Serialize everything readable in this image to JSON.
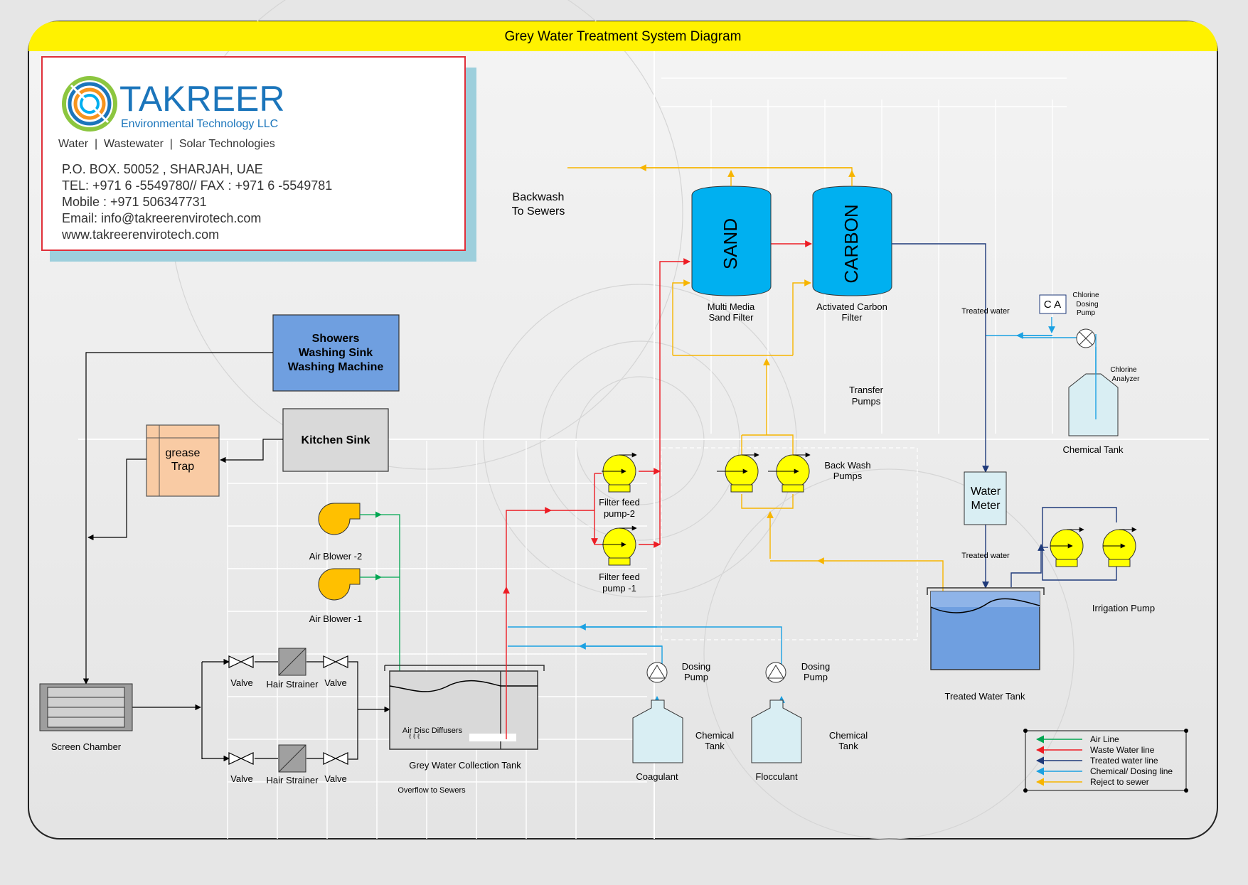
{
  "title": "Grey Water Treatment System Diagram",
  "company": {
    "name": "TAKREER",
    "subtitle": "Environmental Technology LLC",
    "tagline": "Water  |  Wastewater  |  Solar Technologies",
    "address": "P.O. BOX. 50052 , SHARJAH, UAE",
    "phone": "TEL: +971 6 -5549780// FAX : +971 6 -5549781",
    "mobile": "Mobile : +971 506347731",
    "email": "Email: info@takreerenvirotech.com",
    "website": "www.takreerenvirotech.com"
  },
  "sources": {
    "showers": [
      "Showers",
      "Washing Sink",
      "Washing Machine"
    ],
    "kitchen": "Kitchen Sink",
    "grease_trap": [
      "grease",
      "Trap"
    ]
  },
  "labels": {
    "screen_chamber": "Screen Chamber",
    "valve": "Valve",
    "hair_strainer": "Hair Strainer",
    "air_blower_2": "Air Blower -2",
    "air_blower_1": "Air Blower -1",
    "air_disc_diffusers": "Air Disc Diffusers",
    "collection_tank": "Grey Water Collection Tank",
    "overflow": "Overflow to Sewers",
    "filter_feed_pump_2": [
      "Filter feed",
      "pump-2"
    ],
    "filter_feed_pump_1": [
      "Filter feed",
      "pump -1"
    ],
    "backwash_to_sewers": [
      "Backwash",
      "To Sewers"
    ],
    "sand": "SAND",
    "carbon": "CARBON",
    "sand_filter": [
      "Multi Media",
      "Sand Filter"
    ],
    "carbon_filter": [
      "Activated Carbon",
      "Filter"
    ],
    "transfer_pumps": [
      "Transfer",
      "Pumps"
    ],
    "back_wash_pumps": [
      "Back Wash",
      "Pumps"
    ],
    "dosing_pump": [
      "Dosing",
      "Pump"
    ],
    "chemical_tank": [
      "Chemical",
      "Tank"
    ],
    "coagulant": "Coagulant",
    "flocculant": "Flocculant",
    "treated_water": "Treated water",
    "water_meter": [
      "Water",
      "Meter"
    ],
    "treated_water_tank": "Treated Water Tank",
    "irrigation_pump": "Irrigation Pump",
    "ca": "C A",
    "chlorine_dosing_pump": [
      "Chlorine",
      "Dosing",
      "Pump"
    ],
    "chlorine_analyzer": [
      "Chlorine",
      "Analyzer"
    ],
    "chemical_tank_right": "Chemical Tank"
  },
  "legend": [
    {
      "label": "Air Line",
      "color": "#00a651"
    },
    {
      "label": "Waste Water line",
      "color": "#ed1c24"
    },
    {
      "label": "Treated water line",
      "color": "#1f3a7a"
    },
    {
      "label": "Chemical/ Dosing line",
      "color": "#1ba1e2"
    },
    {
      "label": "Reject to sewer",
      "color": "#f7b500"
    }
  ],
  "colors": {
    "title_bar": "#fff200",
    "air": "#00a651",
    "waste": "#ed1c24",
    "treated": "#1f3a7a",
    "chemical": "#1ba1e2",
    "reject": "#f7b500",
    "pump_fill": "#ffff00",
    "filter_fill": "#00b0f0",
    "blower_fill": "#ffc000"
  }
}
